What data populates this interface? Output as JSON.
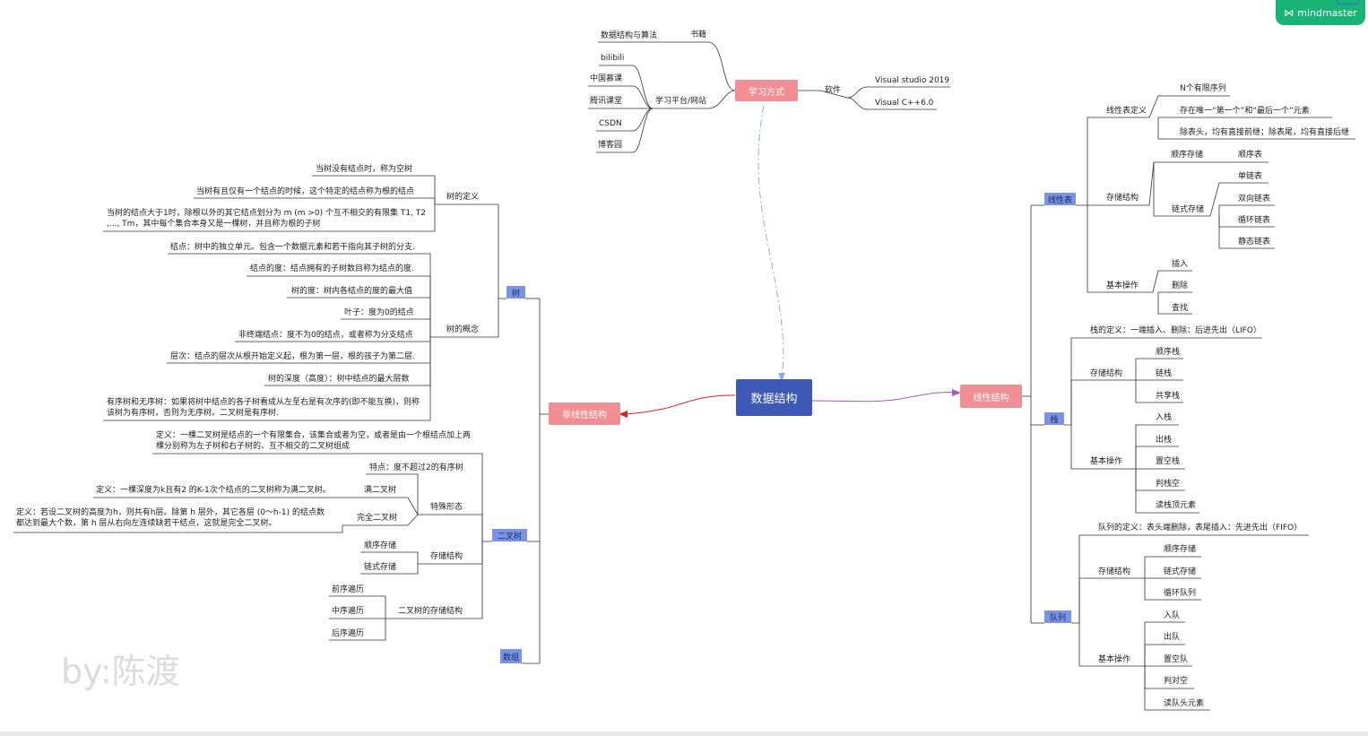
{
  "root": "数据结构",
  "branding": {
    "app": "mindmaster",
    "watermark": "by:陈渡"
  },
  "learning": {
    "title": "学习方式",
    "books": {
      "label": "书籍",
      "items": [
        "数据结构与算法"
      ]
    },
    "platforms": {
      "label": "学习平台/网站",
      "items": [
        "bilibili",
        "中国慕课",
        "腾讯课堂",
        "CSDN",
        "博客园"
      ]
    },
    "software": {
      "label": "软件",
      "items": [
        "Visual studio 2019",
        "Visual C++6.0"
      ]
    }
  },
  "linear": {
    "title": "线性结构",
    "list": {
      "label": "线性表",
      "def": {
        "label": "线性表定义",
        "items": [
          "N个有限序列",
          "存在唯一“第一个”和“最后一个”元素",
          "除表头，均有直接前继；除表尾，均有直接后继"
        ]
      },
      "storage": {
        "label": "存储结构",
        "seq": {
          "label": "顺序存储",
          "item": "顺序表"
        },
        "link": {
          "label": "链式存储",
          "items": [
            "单链表",
            "双向链表",
            "循环链表",
            "静态链表"
          ]
        }
      },
      "ops": {
        "label": "基本操作",
        "items": [
          "插入",
          "删除",
          "查找"
        ]
      }
    },
    "stack": {
      "label": "栈",
      "def": "栈的定义：一端插入、删除：后进先出（LIFO）",
      "storage": {
        "label": "存储结构",
        "items": [
          "顺序栈",
          "链栈",
          "共享栈"
        ]
      },
      "ops": {
        "label": "基本操作",
        "items": [
          "入栈",
          "出栈",
          "置空栈",
          "判栈空",
          "读栈顶元素"
        ]
      }
    },
    "queue": {
      "label": "队列",
      "def": "队列的定义：表头端删除，表尾插入：先进先出（FIFO）",
      "storage": {
        "label": "存储结构",
        "items": [
          "顺序存储",
          "链式存储",
          "循环队列"
        ]
      },
      "ops": {
        "label": "基本操作",
        "items": [
          "入队",
          "出队",
          "置空队",
          "判对空",
          "读队头元素"
        ]
      }
    }
  },
  "nonlinear": {
    "title": "非线性结构",
    "tree": {
      "label": "树",
      "def": {
        "label": "树的定义",
        "items": [
          "当树没有结点时，称为空树",
          "当树有且仅有一个结点的时候，这个特定的结点称为根的结点",
          "当树的结点大于1时，除根以外的其它结点划分为 m (m >0) 个互不相交的有限集 T1, T2 ,..., Tm，其中每个集合本身又是一棵树，并且称为根的子树"
        ]
      },
      "concept": {
        "label": "树的概念",
        "items": [
          "结点：树中的独立单元。包含一个数据元素和若干指向其子树的分支.",
          "结点的度：结点拥有的子树数目称为结点的度.",
          "树的度：树内各结点的度的最大值",
          "叶子：度为0的结点",
          "非终端结点：度不为0的结点，或者称为分支结点",
          "层次：结点的层次从根开始定义起，根为第一层，根的孩子为第二层.",
          "树的深度（高度）：树中结点的最大层数",
          "有序树和无序树：如果将树中结点的各子树看成从左至右是有次序的(即不能互换)，则称该树为有序树，否则为无序树。二叉树是有序树."
        ]
      }
    },
    "binary": {
      "label": "二叉树",
      "def": "定义：一棵二叉树是结点的一个有限集合，该集合或者为空，或者是由一个根结点加上两棵分别称为左子树和右子树的、互不相交的二叉树组成",
      "special": {
        "label": "特殊形态",
        "feature": "特点：度不超过2的有序树",
        "full": {
          "label": "满二叉树",
          "def": "定义：一棵深度为k且有2 的K-1次个结点的二叉树称为满二叉树。"
        },
        "complete": {
          "label": "完全二叉树",
          "def": "定义：若设二叉树的高度为h，则共有h层。除第 h 层外，其它各层 (0～h-1) 的结点数都达到最大个数，第 h 层从右向左连续缺若干结点，这就是完全二叉树。"
        }
      },
      "storage": {
        "label": "存储结构",
        "items": [
          "顺序存储",
          "链式存储"
        ]
      },
      "traversal": {
        "label": "二叉树的存储结构",
        "items": [
          "前序遍历",
          "中序遍历",
          "后序遍历"
        ]
      }
    },
    "array": {
      "label": "数组"
    }
  },
  "colors": {
    "root": "#3d58b5",
    "pink": "#f08e93",
    "blue_tag": "#7b93e6",
    "line": "#333333",
    "arrow_red": "#e02020",
    "arrow_purple": "#a060b0",
    "dashed": "#8ab0e0",
    "brand": "#18b476"
  }
}
